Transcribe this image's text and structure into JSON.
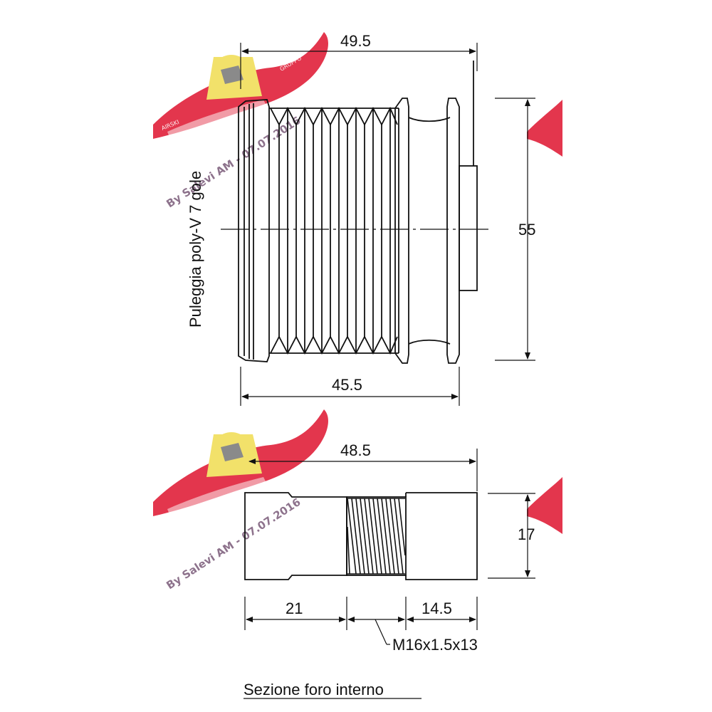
{
  "colors": {
    "line": "#111111",
    "watermark_wing": "#e0203a",
    "watermark_badge": "#f2e16a",
    "watermark_text": "#7a5a78"
  },
  "top_view": {
    "dim_top": "49.5",
    "dim_bottom": "45.5",
    "dim_right": "55",
    "side_label": "Puleggia poly-V 7 gole"
  },
  "section_view": {
    "dim_top": "48.5",
    "dim_right": "17",
    "dim_left_bottom": "21",
    "dim_right_bottom": "14.5",
    "thread_label": "M16x1.5x13"
  },
  "caption": "Sezione foro interno",
  "watermark": {
    "text": "By Salevi AM - 07.07.2016",
    "badge_left": "AIRSKI",
    "badge_right": "GRUPPO"
  }
}
